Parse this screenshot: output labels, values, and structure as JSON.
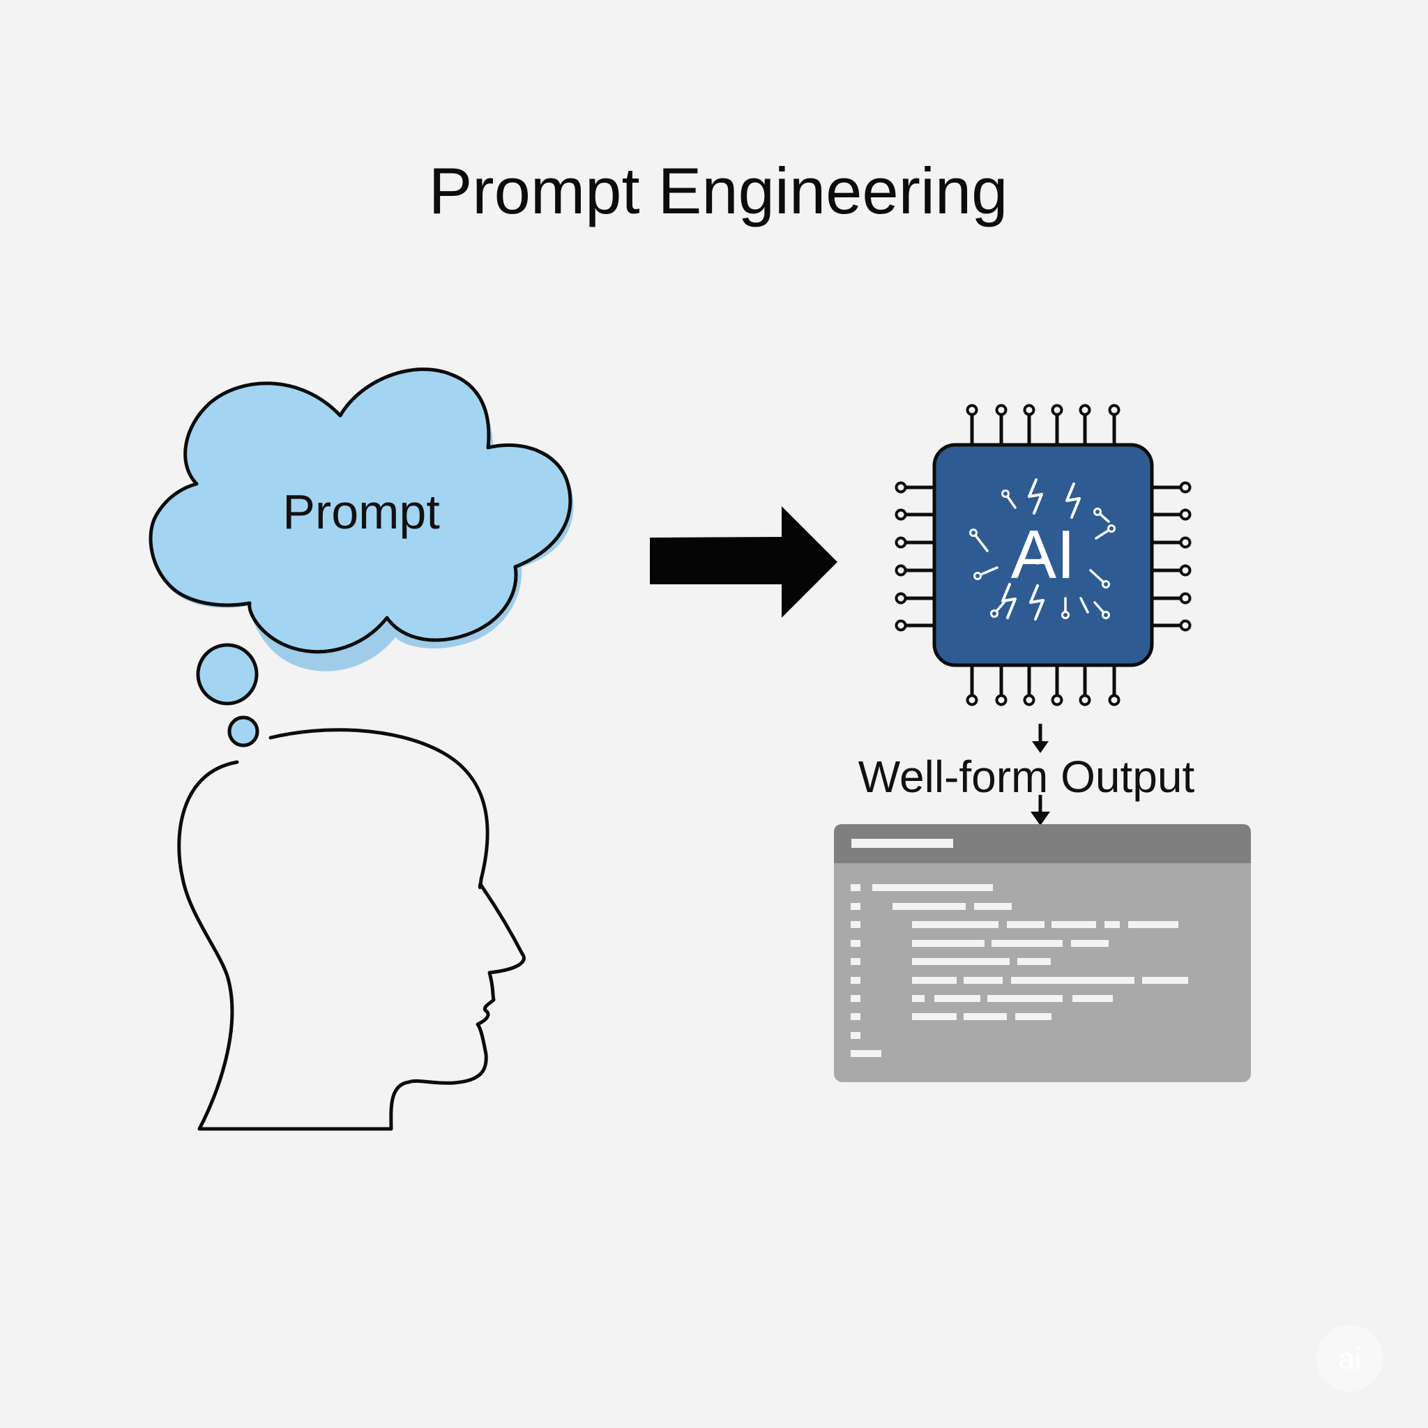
{
  "title": "Prompt Engineering",
  "thought_bubble": {
    "label": "Prompt",
    "fill_color": "#a3d5f2",
    "shadow_color": "#9fcde9"
  },
  "ai_chip": {
    "label": "AI",
    "color": "#2f5b93"
  },
  "output": {
    "label": "Well-form Output",
    "window_colors": {
      "titlebar": "#7f7f7f",
      "body": "#a9a9a9",
      "text_lines": "#f3f3f3"
    }
  },
  "icons": {
    "head": "person-head-outline-icon",
    "cloud": "thought-cloud-icon",
    "arrow": "right-arrow-icon",
    "chip": "ai-chip-icon",
    "window": "code-window-icon"
  },
  "colors": {
    "background": "#f3f3f3",
    "stroke": "#0c0c0c"
  }
}
